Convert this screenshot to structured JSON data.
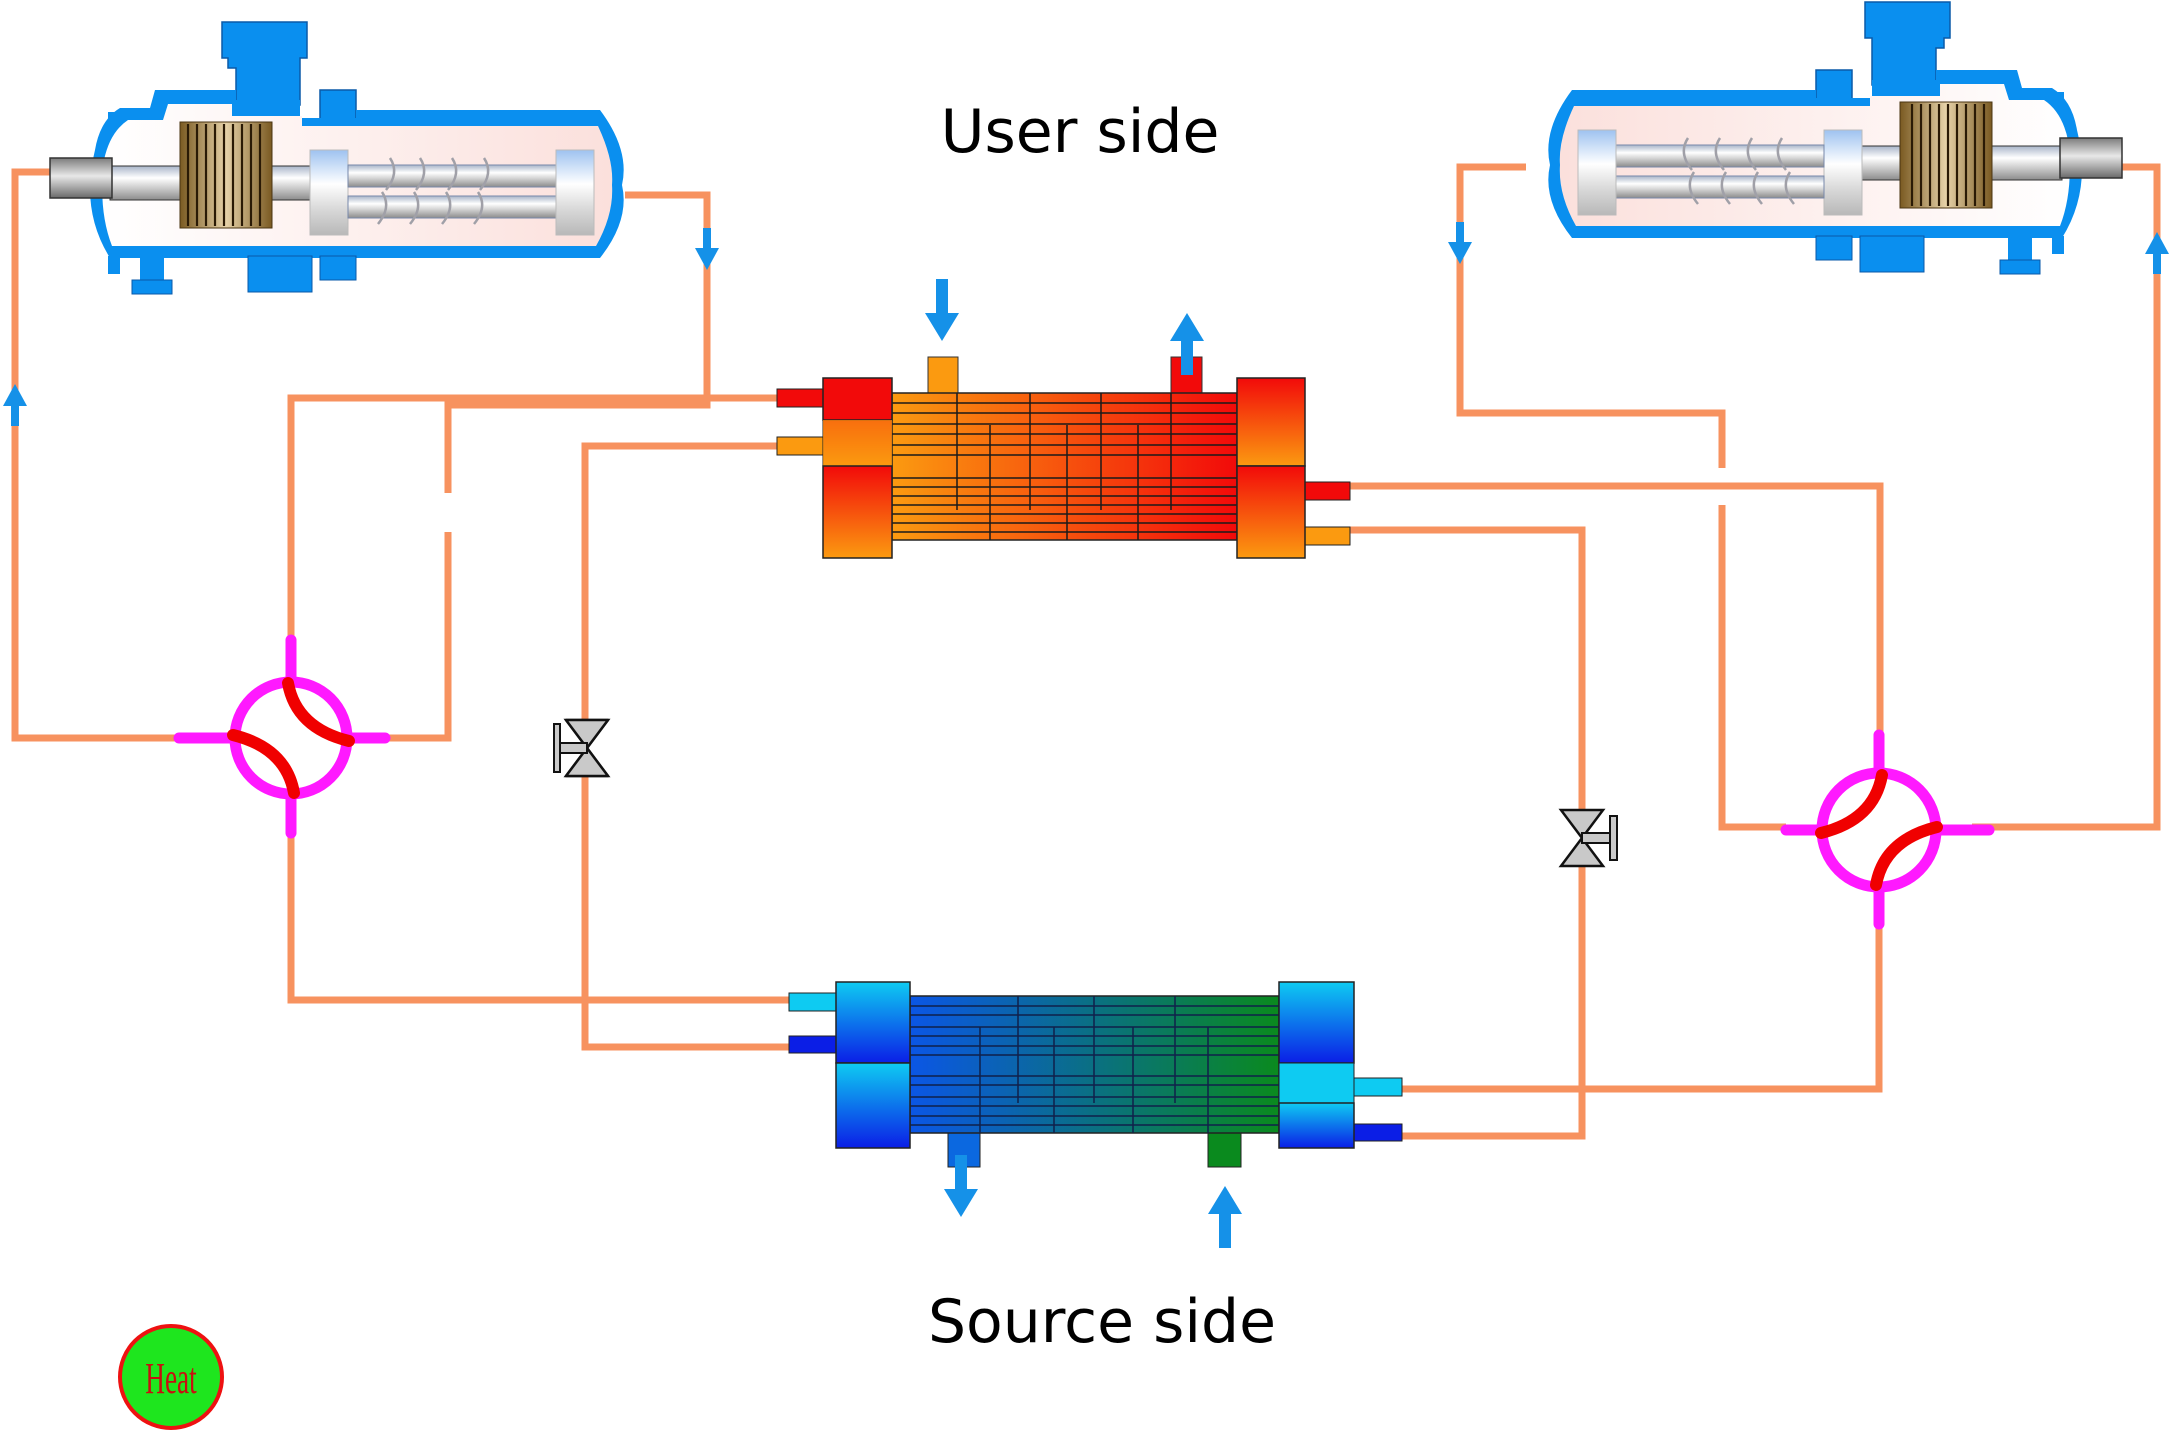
{
  "labels": {
    "user_side": "User side",
    "source_side": "Source side",
    "heat_badge": "Heat"
  },
  "components": {
    "compressor_left": {
      "type": "screw-compressor",
      "orientation": "motor-left"
    },
    "compressor_right": {
      "type": "screw-compressor",
      "orientation": "motor-right"
    },
    "condenser": {
      "type": "shell-and-tube-heat-exchanger",
      "side": "user",
      "theme": "hot"
    },
    "evaporator": {
      "type": "shell-and-tube-heat-exchanger",
      "side": "source",
      "theme": "cold"
    },
    "four_way_valve_left": {
      "type": "four-way-reversing-valve"
    },
    "four_way_valve_right": {
      "type": "four-way-reversing-valve"
    },
    "expansion_valve_left": {
      "type": "expansion-valve"
    },
    "expansion_valve_right": {
      "type": "expansion-valve"
    }
  },
  "colors": {
    "pipe": "#f7925f",
    "compressor_shell": "#0a8fef",
    "flow_arrow": "#1591e8",
    "valve_body": "#ff19ff",
    "valve_arc": "#f00000",
    "hot_red": "#f20a0a",
    "hot_orange": "#fb9a10",
    "cold_cyan": "#0ecbf2",
    "cold_blue": "#0b1ee6",
    "cold_green": "#0a8a1e",
    "heat_fill": "#1ee61e",
    "heat_border": "#ee1111",
    "heat_text": "#d01010",
    "motor": "#8a6a2e"
  }
}
